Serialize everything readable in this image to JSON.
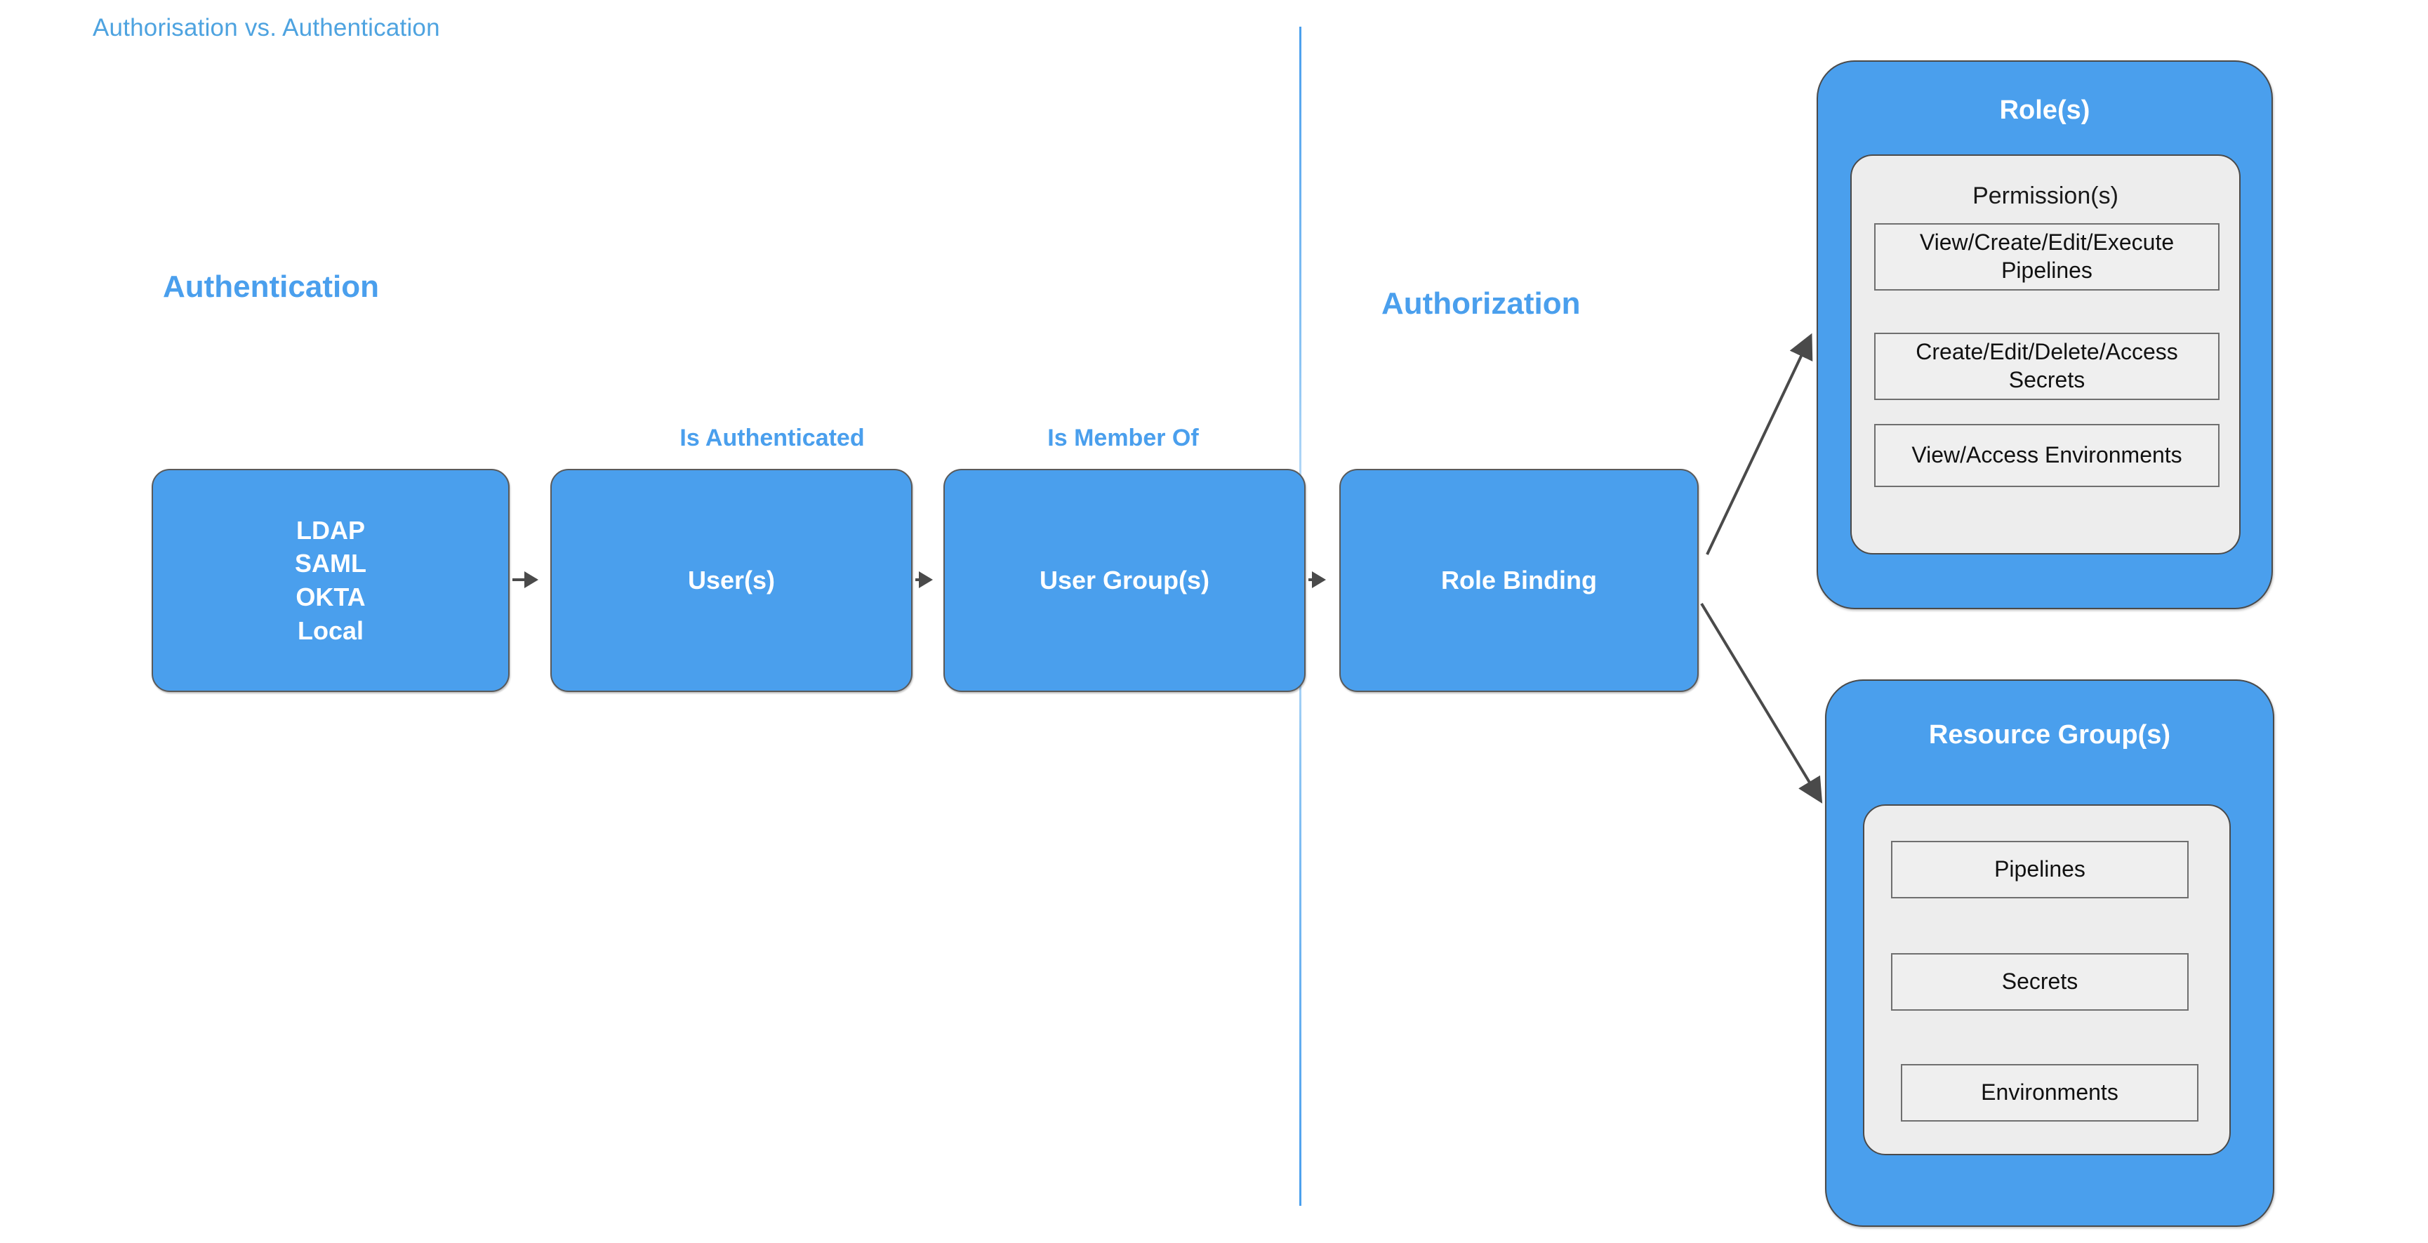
{
  "title": "Authorisation vs. Authentication",
  "colors": {
    "brand_blue": "#4a9fed",
    "title_blue": "#4ea3e0",
    "panel_gray": "#ededed",
    "box_border": "#5a5a5a",
    "arrow_gray": "#4a4a4a"
  },
  "sections": {
    "authentication_heading": "Authentication",
    "authorization_heading": "Authorization"
  },
  "edge_labels": {
    "is_authenticated": "Is Authenticated",
    "is_member_of": "Is Member Of"
  },
  "flow": {
    "sources": {
      "lines": [
        "LDAP",
        "SAML",
        "OKTA",
        "Local"
      ]
    },
    "users": {
      "label": "User(s)"
    },
    "user_groups": {
      "label": "User Group(s)"
    },
    "role_binding": {
      "label": "Role Binding"
    }
  },
  "roles_panel": {
    "title": "Role(s)",
    "inner_title": "Permission(s)",
    "items": [
      "View/Create/Edit/Execute Pipelines",
      "Create/Edit/Delete/Access Secrets",
      "View/Access Environments"
    ]
  },
  "resources_panel": {
    "title": "Resource Group(s)",
    "items": [
      "Pipelines",
      "Secrets",
      "Environments"
    ]
  }
}
